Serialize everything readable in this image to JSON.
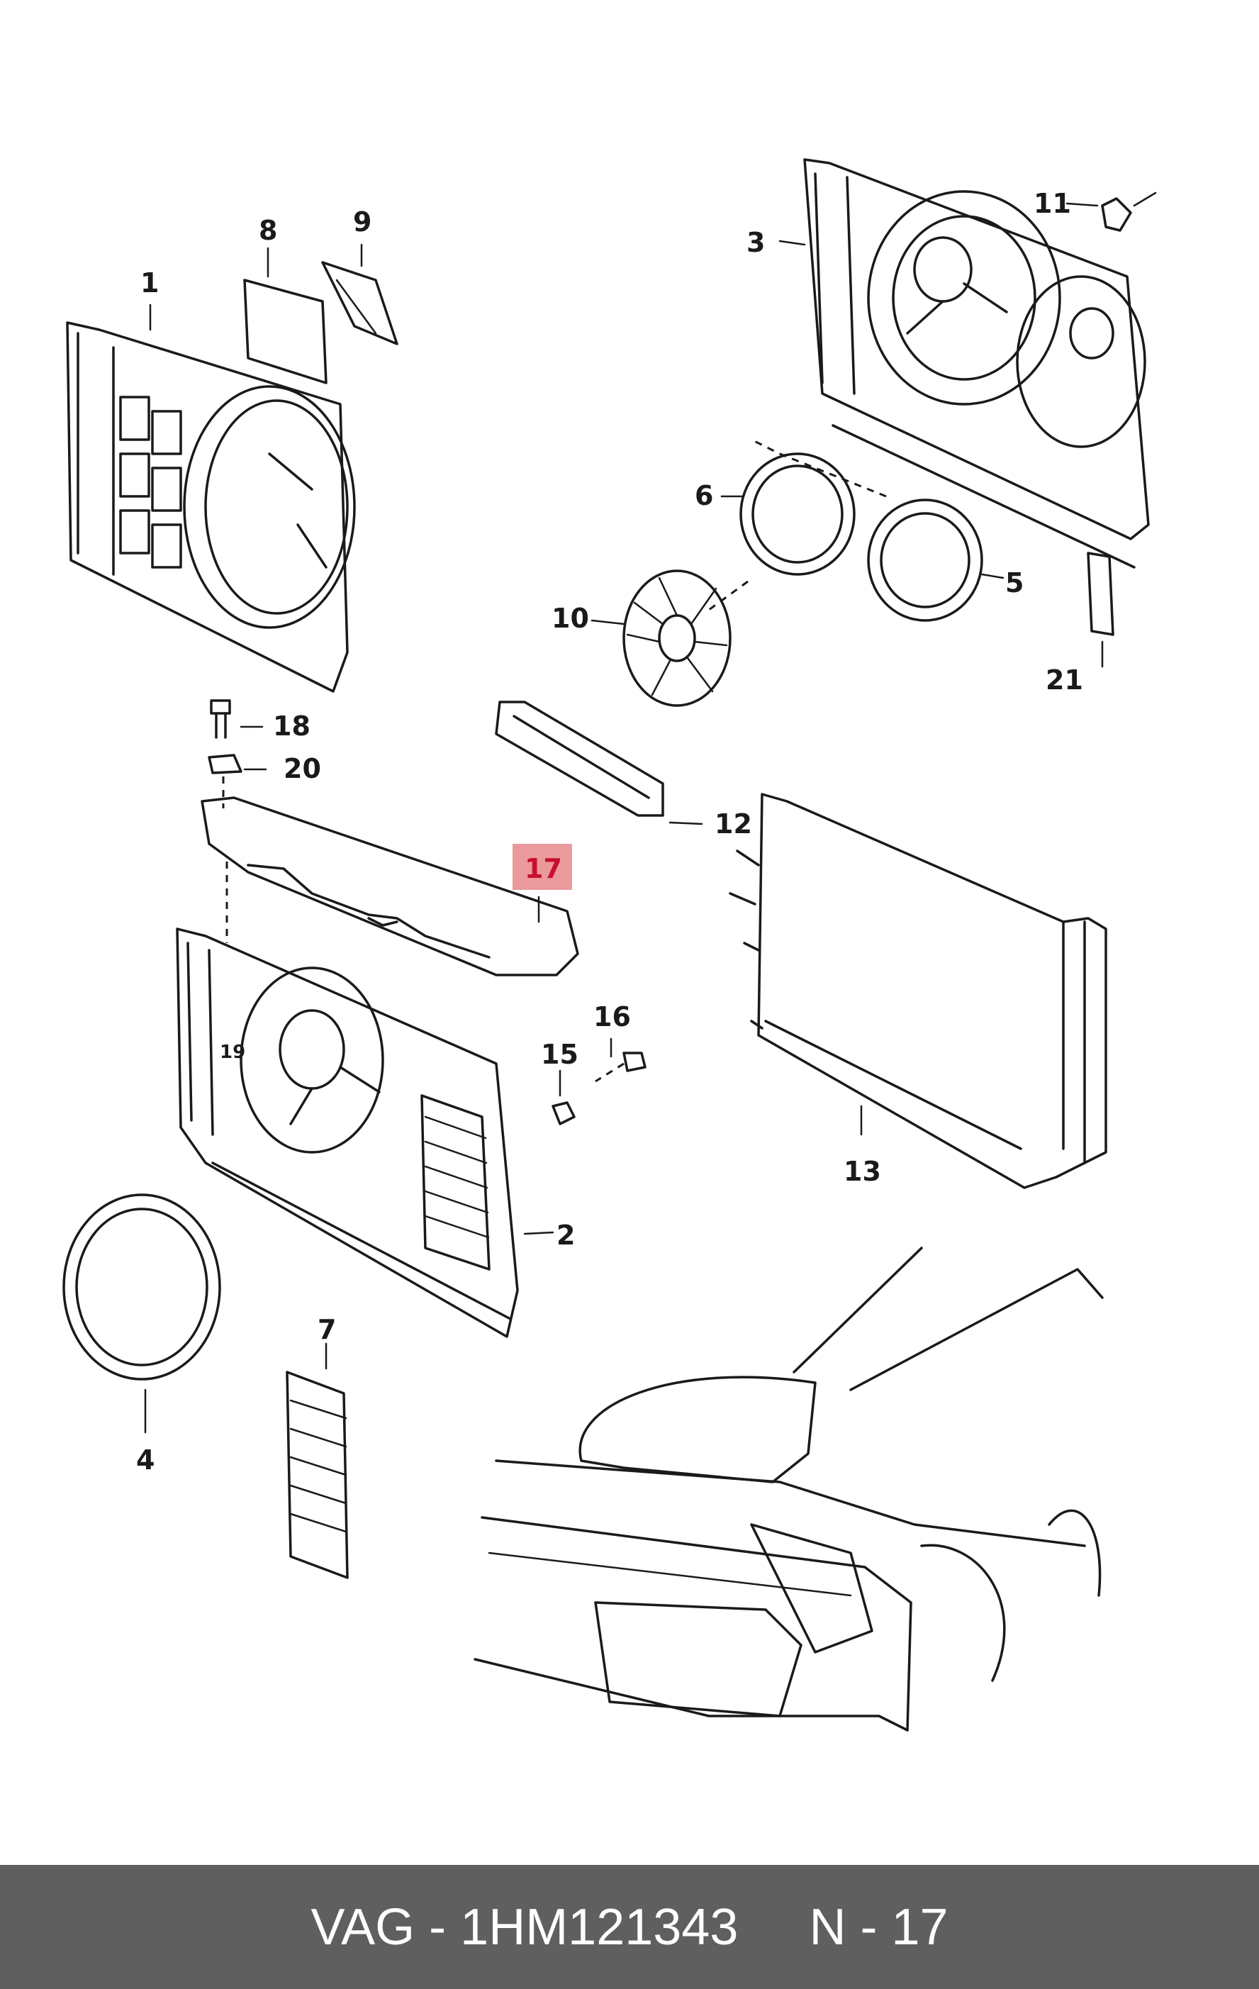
{
  "diagram": {
    "highlighted_part": "17",
    "callouts": [
      "1",
      "2",
      "3",
      "4",
      "5",
      "6",
      "7",
      "8",
      "9",
      "10",
      "11",
      "12",
      "13",
      "15",
      "16",
      "17",
      "18",
      "19",
      "20",
      "21"
    ]
  },
  "footer": {
    "text": "VAG - 1HM121343     N - 17",
    "background": "#5f5f5f",
    "text_color": "#ffffff"
  },
  "colors": {
    "highlight_box": "#ea9a9d",
    "highlight_text": "#c8102e"
  }
}
